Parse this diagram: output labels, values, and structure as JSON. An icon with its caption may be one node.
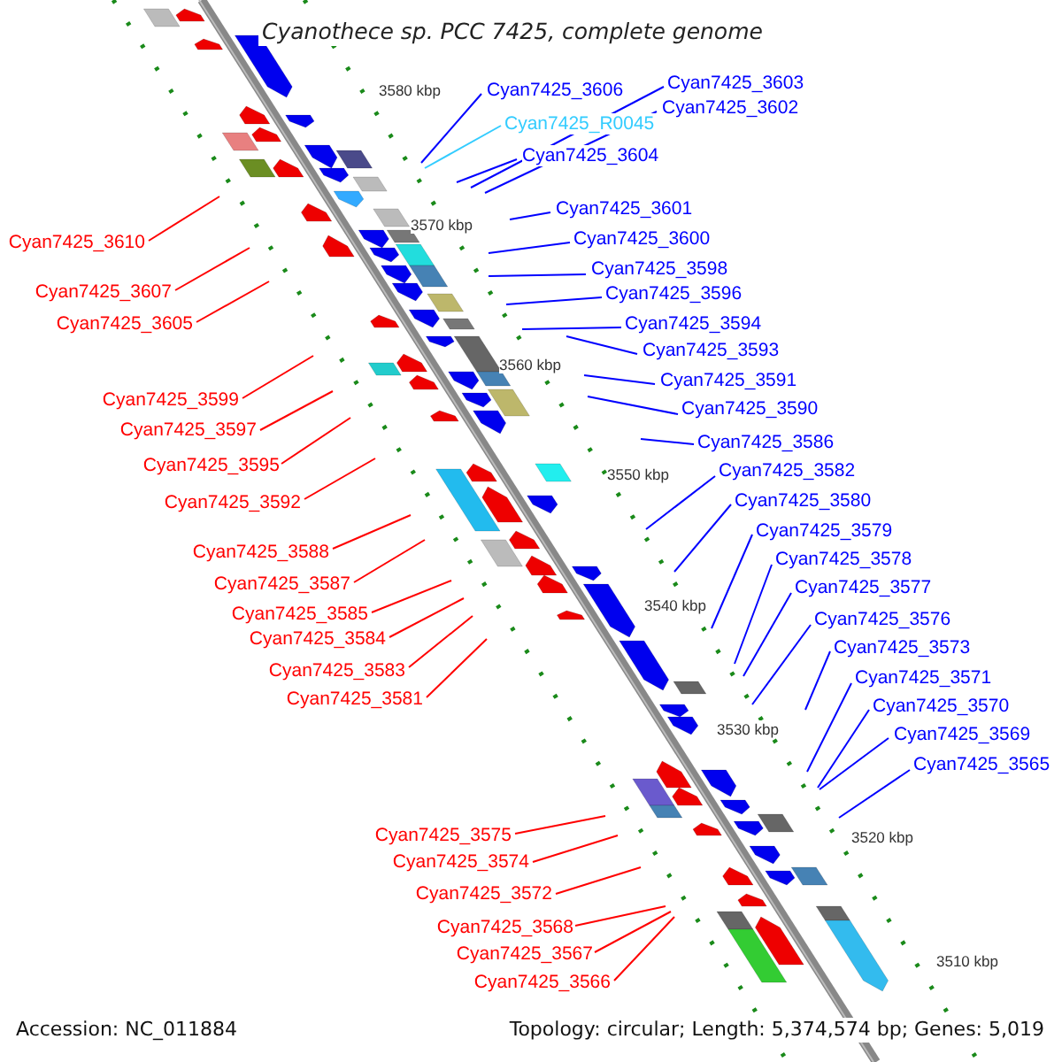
{
  "diagram": {
    "title": "Cyanothece sp. PCC 7425, complete genome",
    "nodes": [
      {
        "text": [
          "Cyan7425_3603"
        ]
      },
      {
        "text": [
          "Cyan7425_3606"
        ]
      },
      {
        "text": [
          "Cyan7425_3602"
        ]
      },
      {
        "text": [
          "Cyan7425_R0045"
        ]
      },
      {
        "text": [
          "Cyan7425_3604"
        ]
      },
      {
        "text": [
          "Cyan7425_3601"
        ]
      },
      {
        "text": [
          "Cyan7425_3600"
        ]
      },
      {
        "text": [
          "Cyan7425_3610"
        ]
      },
      {
        "text": [
          "Cyan7425_3598"
        ]
      },
      {
        "text": [
          "Cyan7425_3607"
        ]
      },
      {
        "text": [
          "Cyan7425_3596"
        ]
      },
      {
        "text": [
          "Cyan7425_3594"
        ]
      },
      {
        "text": [
          "Cyan7425_3605"
        ]
      },
      {
        "text": [
          "Cyan7425_3593"
        ]
      },
      {
        "text": [
          "Cyan7425_3591"
        ]
      },
      {
        "text": [
          "Cyan7425_3599"
        ]
      },
      {
        "text": [
          "Cyan7425_3590"
        ]
      },
      {
        "text": [
          "Cyan7425_3597"
        ]
      },
      {
        "text": [
          "Cyan7425_3586"
        ]
      },
      {
        "text": [
          "Cyan7425_3595"
        ]
      },
      {
        "text": [
          "Cyan7425_3582"
        ]
      },
      {
        "text": [
          "Cyan7425_3580"
        ]
      },
      {
        "text": [
          "Cyan7425_3592"
        ]
      },
      {
        "text": [
          "Cyan7425_3579"
        ]
      },
      {
        "text": [
          "Cyan7425_3588"
        ]
      },
      {
        "text": [
          "Cyan7425_3578"
        ]
      },
      {
        "text": [
          "Cyan7425_3587"
        ]
      },
      {
        "text": [
          "Cyan7425_3577"
        ]
      },
      {
        "text": [
          "Cyan7425_3585"
        ]
      },
      {
        "text": [
          "Cyan7425_3576"
        ]
      },
      {
        "text": [
          "Cyan7425_3584"
        ]
      },
      {
        "text": [
          "Cyan7425_3573"
        ]
      },
      {
        "text": [
          "Cyan7425_3583"
        ]
      },
      {
        "text": [
          "Cyan7425_3571"
        ]
      },
      {
        "text": [
          "Cyan7425_3581"
        ]
      },
      {
        "text": [
          "Cyan7425_3570"
        ]
      },
      {
        "text": [
          "Cyan7425_3569"
        ]
      },
      {
        "text": [
          "Cyan7425_3565"
        ]
      },
      {
        "text": [
          "Cyan7425_3575"
        ]
      },
      {
        "text": [
          "Cyan7425_3574"
        ]
      },
      {
        "text": [
          "Cyan7425_3572"
        ]
      },
      {
        "text": [
          "Cyan7425_3568"
        ]
      },
      {
        "text": [
          "Cyan7425_3567"
        ]
      },
      {
        "text": [
          "Cyan7425_3566"
        ]
      }
    ],
    "edges": [
      {
        "from": 0,
        "to": null,
        "arrow": "none"
      },
      {
        "from": 1,
        "to": null,
        "arrow": "none"
      },
      {
        "from": 2,
        "to": null,
        "arrow": "none"
      },
      {
        "from": 3,
        "to": null,
        "arrow": "none",
        "color": "#33ccff"
      },
      {
        "from": 4,
        "to": null,
        "arrow": "none"
      },
      {
        "from": 5,
        "to": null,
        "arrow": "none"
      },
      {
        "from": 6,
        "to": null,
        "arrow": "none"
      },
      {
        "from": 7,
        "to": null,
        "arrow": "none",
        "color": "#ff0000"
      },
      {
        "from": 8,
        "to": null,
        "arrow": "none"
      },
      {
        "from": 9,
        "to": null,
        "arrow": "none",
        "color": "#ff0000"
      },
      {
        "from": 10,
        "to": null,
        "arrow": "none"
      },
      {
        "from": 11,
        "to": null,
        "arrow": "none"
      },
      {
        "from": 12,
        "to": null,
        "arrow": "none",
        "color": "#ff0000"
      },
      {
        "from": 13,
        "to": null,
        "arrow": "none"
      },
      {
        "from": 14,
        "to": null,
        "arrow": "none"
      },
      {
        "from": 15,
        "to": null,
        "arrow": "none",
        "color": "#ff0000"
      },
      {
        "from": 16,
        "to": null,
        "arrow": "none"
      },
      {
        "from": 17,
        "to": null,
        "arrow": "none",
        "color": "#ff0000"
      },
      {
        "from": 18,
        "to": null,
        "arrow": "none"
      },
      {
        "from": 19,
        "to": null,
        "arrow": "none",
        "color": "#ff0000"
      },
      {
        "from": 20,
        "to": null,
        "arrow": "none"
      },
      {
        "from": 21,
        "to": null,
        "arrow": "none"
      },
      {
        "from": 22,
        "to": null,
        "arrow": "none",
        "color": "#ff0000"
      },
      {
        "from": 23,
        "to": null,
        "arrow": "none"
      },
      {
        "from": 24,
        "to": null,
        "arrow": "none",
        "color": "#ff0000"
      },
      {
        "from": 25,
        "to": null,
        "arrow": "none"
      },
      {
        "from": 26,
        "to": null,
        "arrow": "none",
        "color": "#ff0000"
      },
      {
        "from": 27,
        "to": null,
        "arrow": "none"
      },
      {
        "from": 28,
        "to": null,
        "arrow": "none",
        "color": "#ff0000"
      },
      {
        "from": 29,
        "to": null,
        "arrow": "none"
      },
      {
        "from": 30,
        "to": null,
        "arrow": "none",
        "color": "#ff0000"
      },
      {
        "from": 31,
        "to": null,
        "arrow": "none"
      },
      {
        "from": 32,
        "to": null,
        "arrow": "none",
        "color": "#ff0000"
      },
      {
        "from": 33,
        "to": null,
        "arrow": "none"
      },
      {
        "from": 34,
        "to": null,
        "arrow": "none",
        "color": "#ff0000"
      },
      {
        "from": 35,
        "to": null,
        "arrow": "none"
      },
      {
        "from": 36,
        "to": null,
        "arrow": "none"
      },
      {
        "from": 37,
        "to": null,
        "arrow": "none"
      },
      {
        "from": 38,
        "to": null,
        "arrow": "none",
        "color": "#ff0000"
      },
      {
        "from": 39,
        "to": null,
        "arrow": "none",
        "color": "#ff0000"
      },
      {
        "from": 40,
        "to": null,
        "arrow": "none",
        "color": "#ff0000"
      },
      {
        "from": 41,
        "to": null,
        "arrow": "none",
        "color": "#ff0000"
      },
      {
        "from": 42,
        "to": null,
        "arrow": "none",
        "color": "#ff0000"
      },
      {
        "from": 43,
        "to": null,
        "arrow": "none",
        "color": "#ff0000"
      }
    ],
    "labels": [
      "3580 kbp",
      "3570 kbp",
      "3560 kbp",
      "3550 kbp",
      "3540 kbp",
      "3530 kbp",
      "3520 kbp",
      "3510 kbp",
      "Accession: NC_011884",
      "Topology: circular; Length: 5,374,574 bp; Genes: 5,019"
    ]
  }
}
